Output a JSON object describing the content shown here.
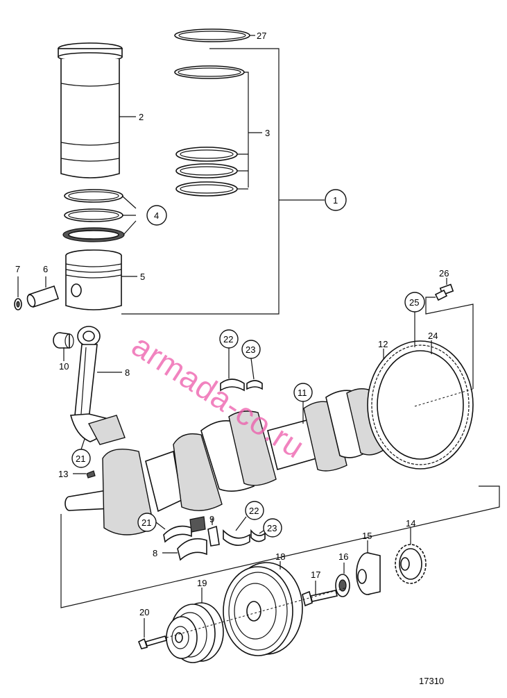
{
  "diagram": {
    "figure_number": "17310",
    "watermark": "armada-co.ru",
    "watermark_color": "#ec5aaa",
    "callouts": {
      "c27": "27",
      "c2": "2",
      "c3": "3",
      "c1": "1",
      "c4": "4",
      "c5": "5",
      "c7": "7",
      "c6": "6",
      "c26": "26",
      "c25": "25",
      "c24": "24",
      "c10": "10",
      "c8": "8",
      "c22": "22",
      "c23": "23",
      "c12": "12",
      "c11": "11",
      "c21": "21",
      "c13": "13",
      "c21b": "21",
      "c9": "9",
      "c22b": "22",
      "c23b": "23",
      "c8b": "8",
      "c14": "14",
      "c15": "15",
      "c16": "16",
      "c17": "17",
      "c18": "18",
      "c19": "19",
      "c20": "20"
    }
  }
}
